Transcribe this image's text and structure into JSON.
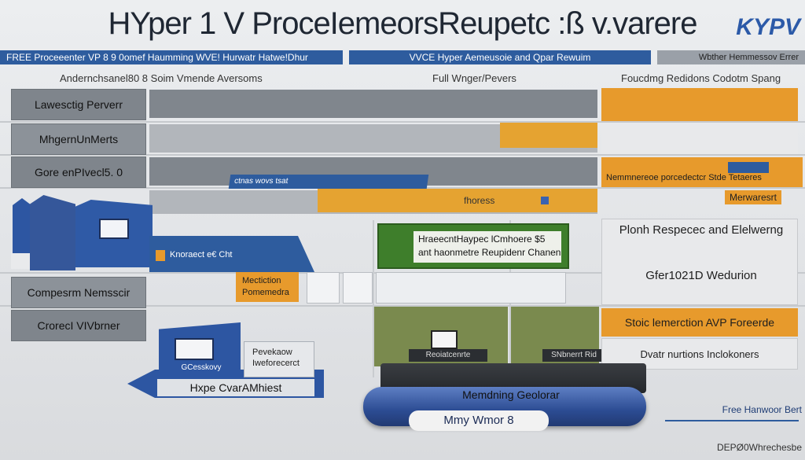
{
  "header": {
    "title": "HYper 1 V ProceIemeorsReupetc :ß v.varere",
    "logo": "KYPV"
  },
  "top_bars": {
    "left": "FREE Proceeenter VP 8 9 0omef Haumming WVE! Hurwatr Hatwe!Dhur",
    "middle": "VVCE Hyper Aemeusoie and  Qpar Rewuim",
    "right": "Wbther Hemmessov Errer"
  },
  "columns": {
    "left": "Andernchsanel80 8 Soim Vmende Aversoms",
    "middle": "Full Wnger/Pevers",
    "right": "Foucdmg Redidons Codotm Spang"
  },
  "rows": [
    {
      "label": "Lawesctig Perverr"
    },
    {
      "label": "MhgernUnMerts"
    },
    {
      "label": "Gore enPIvecl5. 0"
    },
    {
      "label": "Compesrm Nemsscir"
    },
    {
      "label": "CrorecI VIVbrner"
    }
  ],
  "center": {
    "blue_tag": "ctnas wovs tsat",
    "yellow_bar": "fhoress",
    "green_line1": "HraeecntHaypec lCmhoere $5",
    "green_line2": "ant haonmetre Reupidenr Chanensrne",
    "blue_panel": "Knoraect e€ Cht",
    "orange_small_line1": "Mectiction",
    "orange_small_line2": "Pomemedra",
    "small_screen": "Reoiatcenrte",
    "dark_label": "SNbnerrt Rid"
  },
  "right_panel": {
    "item1": "Nemmnereoe porcedectcr  Stde  Tetaeres",
    "item2": "Merwaresrt",
    "item3": "Plonh Respecec and Elelwerng",
    "item4": "Gfer1021D Wedurion",
    "item5": "Stoic lemerction  AVP Foreerde",
    "item6": "Dvatr nurtions Inclokoners"
  },
  "bottom": {
    "left_arrow": "Hxpe CvarAMhiest",
    "laptop_screen": "GCesskovy",
    "laptop2_line1": "Pevekaow",
    "laptop2_line2": "Iweforecerct",
    "platform_title": "Memdning Geolorar",
    "platform_plate": "Mmy Wmor 8",
    "right_label1": "Free Hanwoor Bert",
    "right_label2": "DEPØ0Whrechesbe"
  },
  "colors": {
    "blue": "#2e5c9e",
    "orange": "#e79a2c",
    "green": "#3e7e2b",
    "gray": "#80868d"
  }
}
